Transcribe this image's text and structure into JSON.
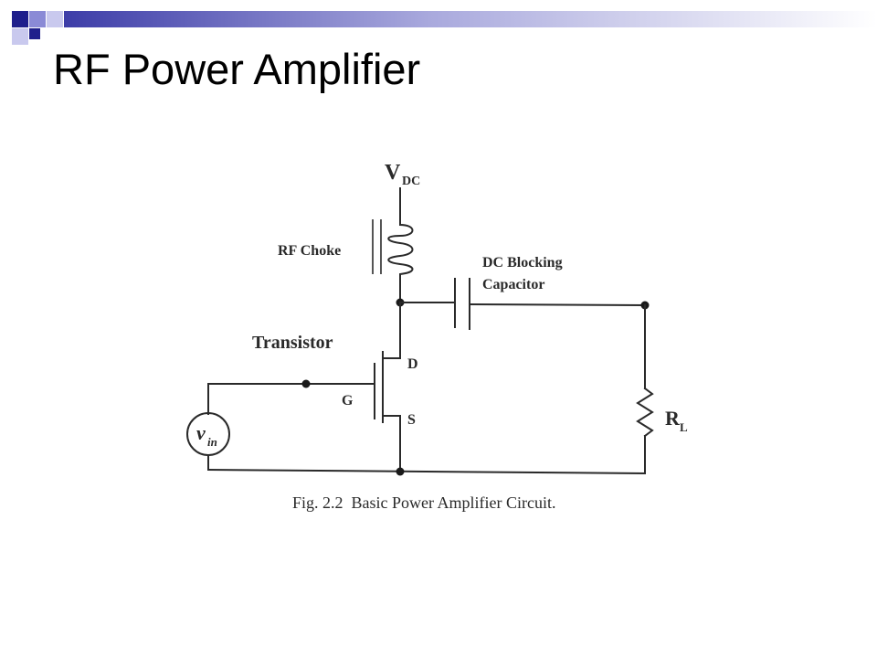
{
  "slide": {
    "title": "RF Power Amplifier",
    "accent_colors": {
      "navy": "#1f1f8c",
      "periwinkle": "#8a8ad6",
      "light_periwinkle": "#c9c9ee",
      "bar_gradient_start": "#3d3da8",
      "bar_gradient_end": "#ffffff"
    }
  },
  "diagram": {
    "supply_label": "V",
    "supply_subscript": "DC",
    "choke_label": "RF Choke",
    "capacitor_label_line1": "DC Blocking",
    "capacitor_label_line2": "Capacitor",
    "transistor_label": "Transistor",
    "drain_label": "D",
    "gate_label": "G",
    "source_label": "S",
    "source_symbol": "v",
    "source_subscript": "in",
    "load_label": "R",
    "load_subscript": "L",
    "caption": "Fig. 2.2  Basic Power Amplifier Circuit."
  }
}
